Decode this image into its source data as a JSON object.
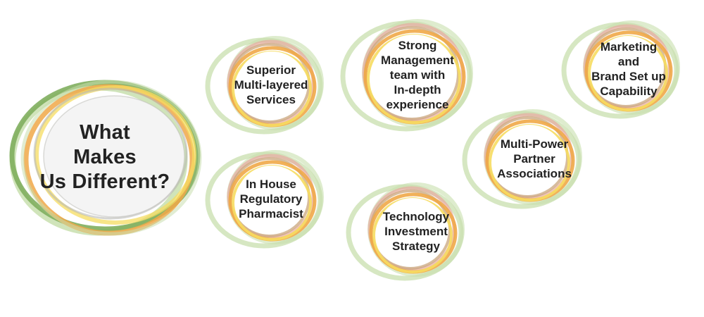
{
  "colors": {
    "text": "#222222",
    "inner_fill": "#ffffff",
    "main_fill": "#f4f4f4",
    "ring_green_dark": "#7fae5e",
    "ring_green_light": "#c8dfae",
    "ring_orange": "#f0a848",
    "ring_yellow": "#f6dc60",
    "ring_pink": "#e7a9a0",
    "ring_tan": "#c9a67c",
    "ring_grey": "#b9b9b4"
  },
  "main": {
    "lines": [
      "What",
      "Makes",
      "Us Different?"
    ]
  },
  "features": [
    {
      "id": "superior-services",
      "lines": [
        "Superior",
        "Multi-layered",
        "Services"
      ]
    },
    {
      "id": "strong-management",
      "lines": [
        "Strong",
        "Management",
        "team with",
        "In-depth",
        "experience"
      ]
    },
    {
      "id": "marketing-brand",
      "lines": [
        "Marketing",
        "and",
        "Brand Set up",
        "Capability"
      ]
    },
    {
      "id": "multi-power-partner",
      "lines": [
        "Multi-Power",
        "Partner",
        "Associations"
      ]
    },
    {
      "id": "in-house-regulatory",
      "lines": [
        "In House",
        "Regulatory",
        "Pharmacist"
      ]
    },
    {
      "id": "technology-investment",
      "lines": [
        "Technology",
        "Investment",
        "Strategy"
      ]
    }
  ]
}
